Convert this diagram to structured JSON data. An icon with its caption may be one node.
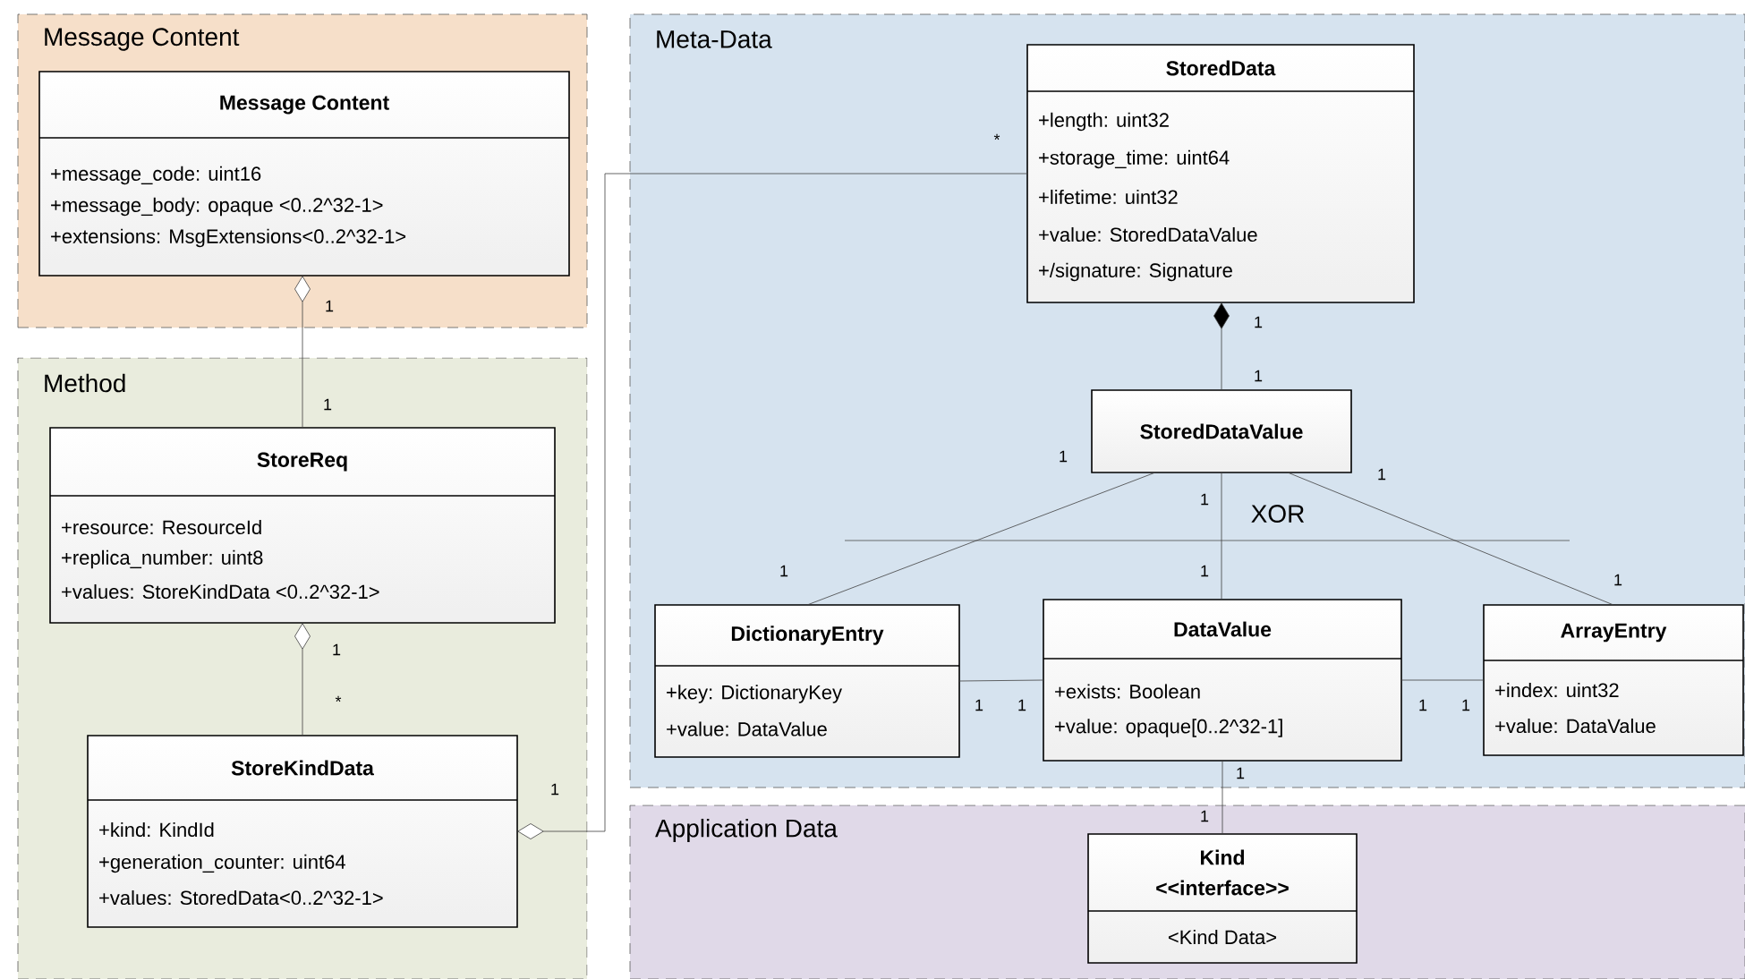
{
  "diagram": {
    "nodes": [
      {
        "text": [
          "Message Content"
        ]
      },
      {
        "text": [
          "Message Content",
          "+message_code: uint16",
          "+message_body: opaque <0..2^32-1>",
          "+extensions: MsgExtensions<0..2^32-1>"
        ],
        "in": 0
      },
      {
        "text": [
          "Method"
        ]
      },
      {
        "text": [
          "StoreReq",
          "+resource: ResourceId",
          "+replica_number: uint8",
          "+values: StoreKindData <0..2^32-1>"
        ],
        "in": 2
      },
      {
        "text": [
          "StoreKindData",
          "+kind: KindId",
          "+generation_counter: uint64",
          "+values: StoredData<0..2^32-1>"
        ],
        "in": 2
      },
      {
        "text": [
          "Meta-Data"
        ]
      },
      {
        "text": [
          "StoredData",
          "+length: uint32",
          "+storage_time: uint64",
          "+lifetime: uint32",
          "+value: StoredDataValue",
          "+/signature: Signature"
        ],
        "in": 5
      },
      {
        "text": [
          "StoredDataValue"
        ],
        "in": 5
      },
      {
        "text": [
          "DictionaryEntry",
          "+key: DictionaryKey",
          "+value: DataValue"
        ],
        "in": 5
      },
      {
        "text": [
          "DataValue",
          "+exists: Boolean",
          "+value: opaque[0..2^32-1]"
        ],
        "in": 5
      },
      {
        "text": [
          "ArrayEntry",
          "+index: uint32",
          "+value: DataValue"
        ],
        "in": 5
      },
      {
        "text": [
          "Application Data"
        ]
      },
      {
        "text": [
          "Kind",
          "<<interface>>",
          "<Kind Data>"
        ],
        "in": 11
      }
    ],
    "edges": [
      {
        "from": 3,
        "to": 1,
        "arrow": "other"
      },
      {
        "from": 4,
        "to": 3,
        "arrow": "other"
      },
      {
        "from": 6,
        "to": 4,
        "arrow": "other"
      },
      {
        "from": 7,
        "to": 6,
        "arrow": "other"
      },
      {
        "from": 7,
        "to": 8,
        "arrow": "none"
      },
      {
        "from": 7,
        "to": 9,
        "arrow": "none"
      },
      {
        "from": 7,
        "to": 10,
        "arrow": "none"
      },
      {
        "from": 8,
        "to": 9,
        "arrow": "none"
      },
      {
        "from": 9,
        "to": 10,
        "arrow": "none"
      },
      {
        "from": 9,
        "to": 12,
        "arrow": "none"
      }
    ],
    "labels": [
      "1",
      "*",
      "1",
      "1",
      "1",
      "1",
      "1",
      "1",
      "XOR",
      "1",
      "1",
      "1",
      "1",
      "*",
      "1",
      "1",
      "1",
      "1",
      "1",
      "1",
      "1"
    ]
  }
}
